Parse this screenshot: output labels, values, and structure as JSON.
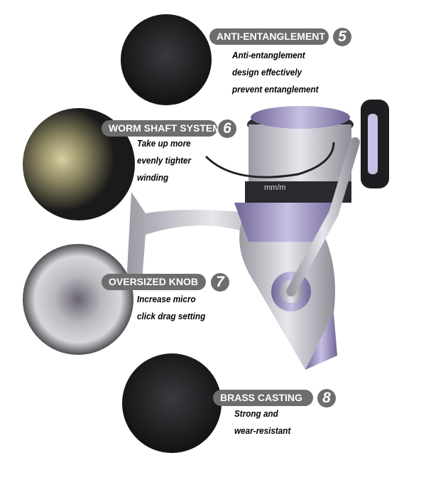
{
  "features": [
    {
      "number": "5",
      "title": "ANTI-ENTANGLEMENT",
      "lines": [
        "Anti-entanglement",
        "design effectively",
        "prevent entanglement"
      ]
    },
    {
      "number": "6",
      "title": "WORM SHAFT SYSTEM",
      "lines": [
        "Take up more",
        "evenly tighter",
        "winding"
      ]
    },
    {
      "number": "7",
      "title": "OVERSIZED KNOB",
      "lines": [
        "Increase micro",
        "click drag setting"
      ]
    },
    {
      "number": "8",
      "title": "BRASS CASTING",
      "lines": [
        "Strong and",
        "wear-resistant"
      ]
    }
  ],
  "reel_marking": "mm/m",
  "colors": {
    "label_bg": "#6d6d6d",
    "reel_silver": "#c9c9d0",
    "reel_purple": "#8a7fb0",
    "brass": "#b8923a"
  }
}
